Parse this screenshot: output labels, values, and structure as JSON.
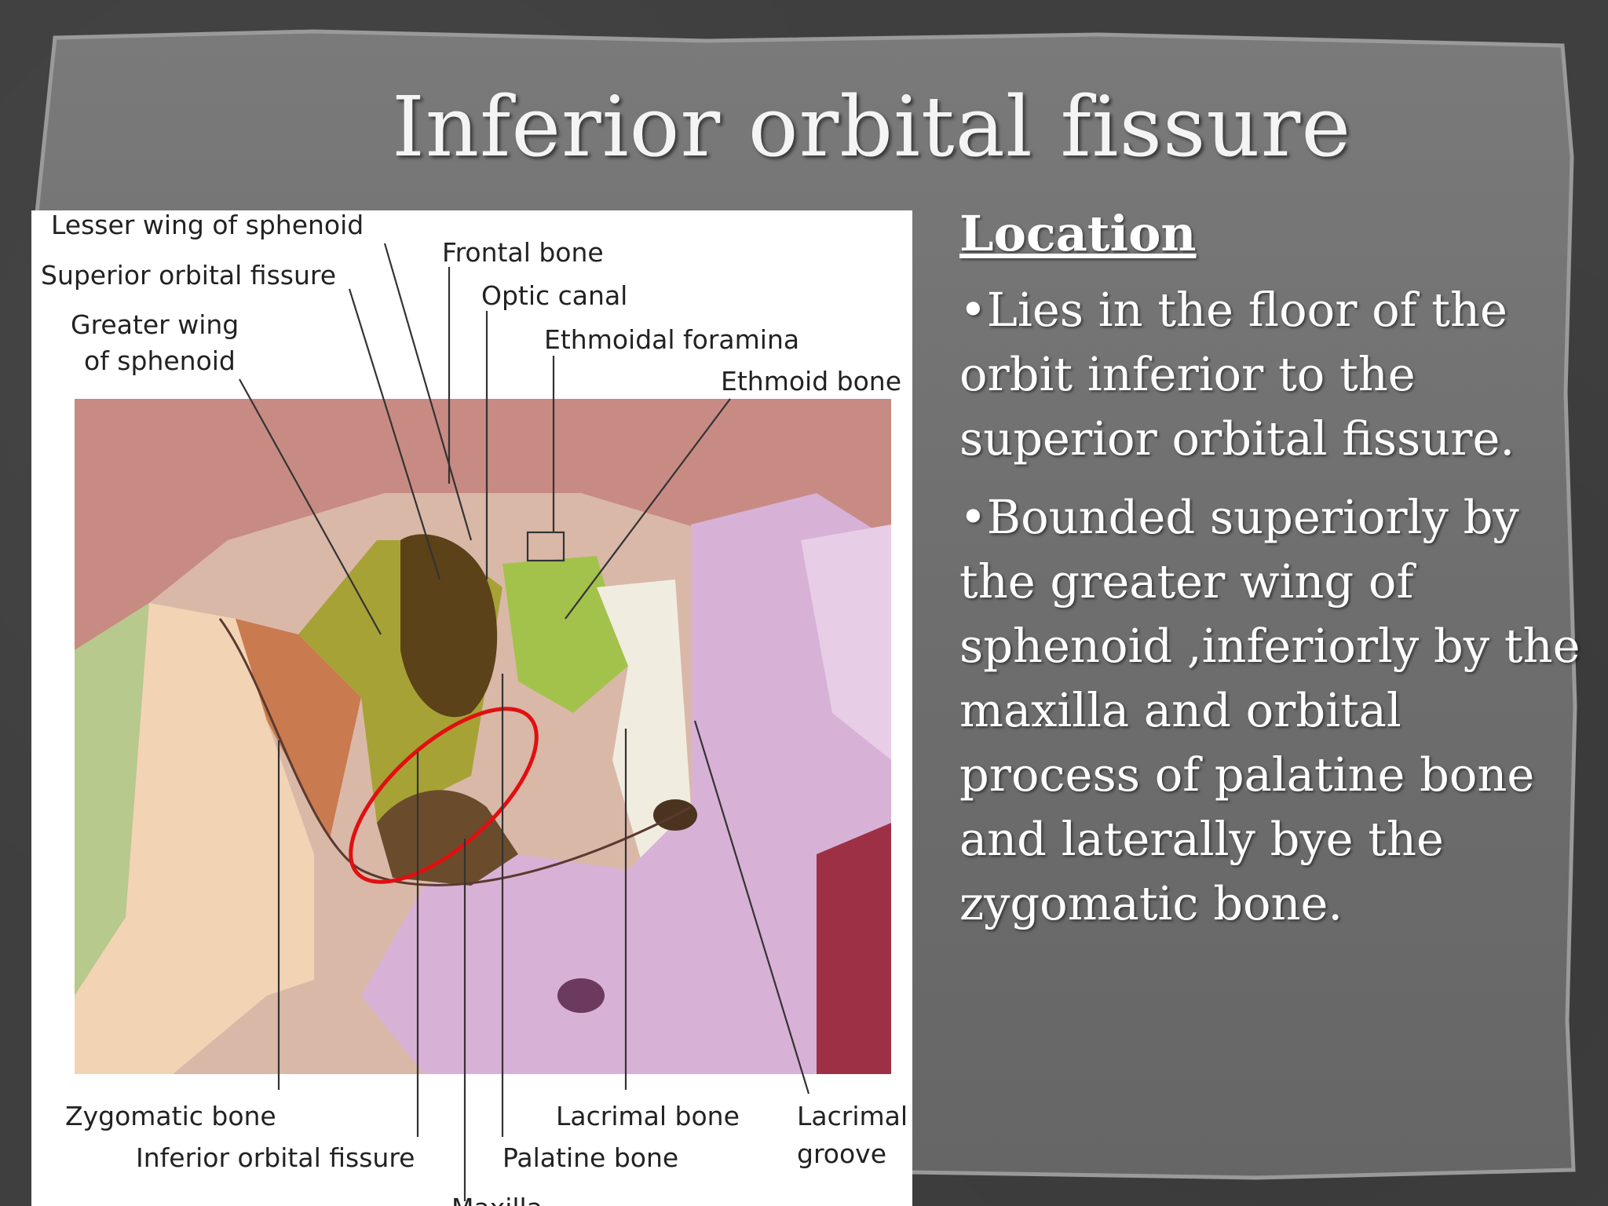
{
  "slide": {
    "title": "Inferior orbital fissure"
  },
  "figure": {
    "labels": {
      "lesser_wing": "Lesser wing of sphenoid",
      "superior_orbital_fissure": "Superior orbital fissure",
      "greater_wing_1": "Greater wing",
      "greater_wing_2": "of sphenoid",
      "frontal_bone": "Frontal bone",
      "optic_canal": "Optic canal",
      "ethmoidal_foramina": "Ethmoidal foramina",
      "ethmoid_bone": "Ethmoid bone",
      "zygomatic_bone": "Zygomatic bone",
      "inferior_orbital_fissure": "Inferior orbital fissure",
      "lacrimal_bone": "Lacrimal bone",
      "palatine_bone": "Palatine bone",
      "lacrimal_groove_1": "Lacrimal",
      "lacrimal_groove_2": "groove",
      "maxilla": "Maxilla"
    }
  },
  "content": {
    "heading": "Location",
    "bullets": [
      "•Lies in the floor of the orbit inferior to the superior orbital fissure.",
      "•Bounded superiorly by the greater wing of sphenoid ,inferiorly by the maxilla and orbital process of palatine bone and laterally bye the zygomatic bone."
    ]
  }
}
